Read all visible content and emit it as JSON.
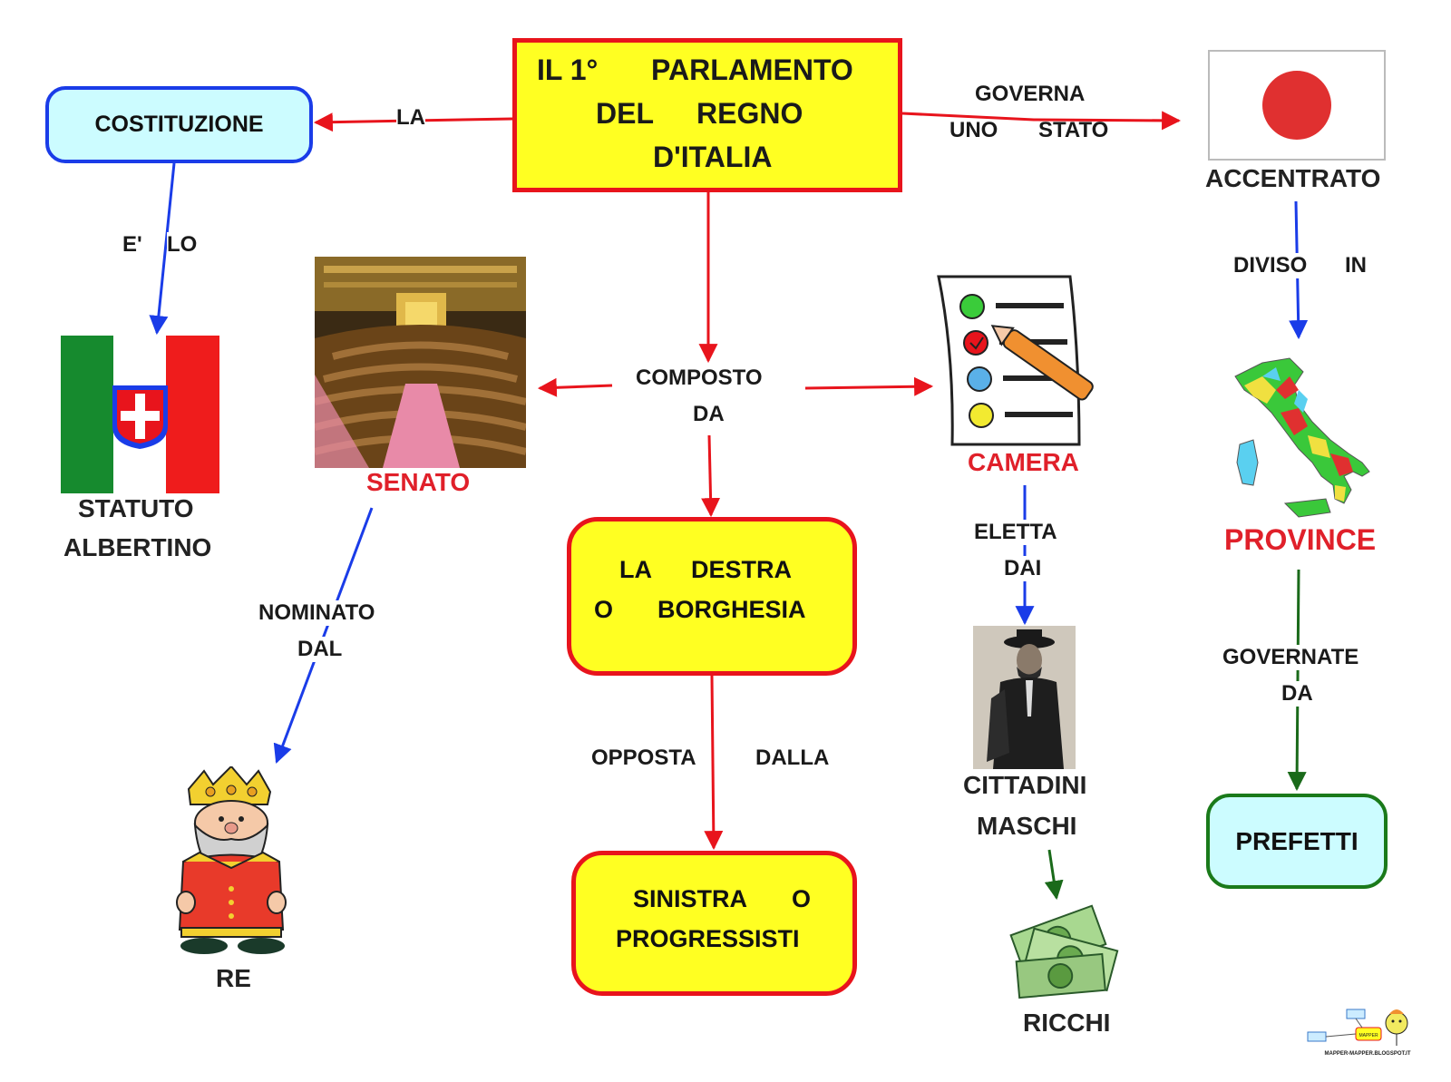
{
  "title": {
    "line1_a": "IL  1°",
    "line1_b": "PARLAMENTO",
    "line2_a": "DEL",
    "line2_b": "REGNO",
    "line3": "D'ITALIA"
  },
  "nodes": {
    "costituzione": "COSTITUZIONE",
    "statuto_1": "STATUTO",
    "statuto_2": "ALBERTINO",
    "senato": "SENATO",
    "re": "RE",
    "composto_1": "COMPOSTO",
    "composto_2": "DA",
    "destra_1a": "LA",
    "destra_1b": "DESTRA",
    "destra_2a": "O",
    "destra_2b": "BORGHESIA",
    "sinistra_1a": "SINISTRA",
    "sinistra_1b": "O",
    "sinistra_2": "PROGRESSISTI",
    "camera": "CAMERA",
    "cittadini_1": "CITTADINI",
    "cittadini_2": "MASCHI",
    "ricchi": "RICCHI",
    "accentrato": "ACCENTRATO",
    "province": "PROVINCE",
    "prefetti": "PREFETTI"
  },
  "edge_labels": {
    "la": "LA",
    "governa": "GOVERNA",
    "uno": "UNO",
    "stato": "STATO",
    "e": "E'",
    "lo": "LO",
    "nominato": "NOMINATO",
    "dal": "DAL",
    "opposta": "OPPOSTA",
    "dalla": "DALLA",
    "eletta": "ELETTA",
    "dai": "DAI",
    "diviso": "DIVISO",
    "in": "IN",
    "governate": "GOVERNATE",
    "da": "DA"
  },
  "logo": {
    "text": "MAPPER",
    "url_text": "MAPPER-MAPPER.BLOGSPOT.IT"
  },
  "colors": {
    "red": "#e8141c",
    "blue": "#1a3ce8",
    "green": "#1a6a1a",
    "yellow": "#ffff22",
    "cyan": "#ccfcff"
  }
}
